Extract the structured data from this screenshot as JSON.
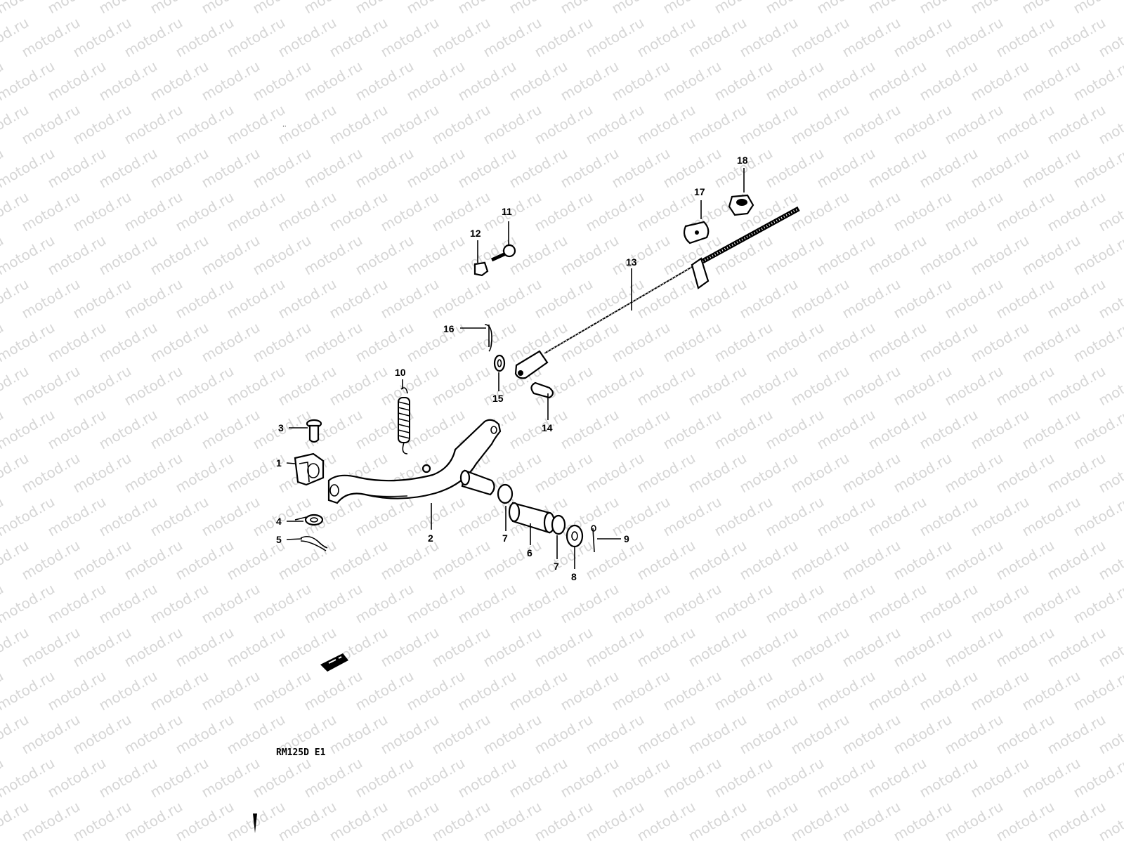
{
  "watermark": "motod.ru",
  "model_code": "RM125D E1",
  "callouts": [
    "1",
    "2",
    "3",
    "4",
    "5",
    "6",
    "7",
    "7",
    "8",
    "9",
    "10",
    "11",
    "12",
    "13",
    "14",
    "15",
    "16",
    "17",
    "18"
  ],
  "icons": {
    "direction_arrow": "front-arrow-icon"
  }
}
